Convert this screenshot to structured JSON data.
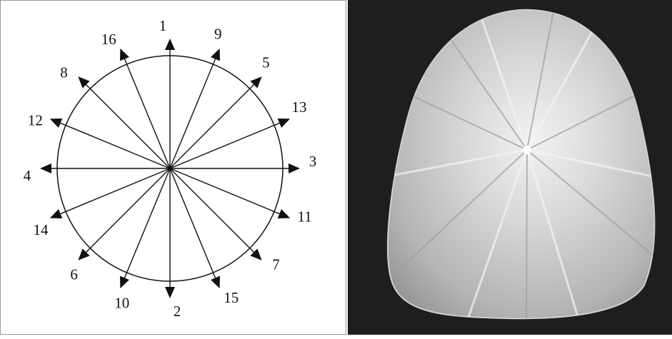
{
  "diagram": {
    "directions": [
      {
        "label": "1",
        "angle_deg": 90
      },
      {
        "label": "2",
        "angle_deg": 270
      },
      {
        "label": "3",
        "angle_deg": 0
      },
      {
        "label": "4",
        "angle_deg": 180
      },
      {
        "label": "5",
        "angle_deg": 45
      },
      {
        "label": "6",
        "angle_deg": 225
      },
      {
        "label": "7",
        "angle_deg": 315
      },
      {
        "label": "8",
        "angle_deg": 135
      },
      {
        "label": "9",
        "angle_deg": 67.5
      },
      {
        "label": "10",
        "angle_deg": 247.5
      },
      {
        "label": "11",
        "angle_deg": 337.5
      },
      {
        "label": "12",
        "angle_deg": 157.5
      },
      {
        "label": "13",
        "angle_deg": 22.5
      },
      {
        "label": "14",
        "angle_deg": 202.5
      },
      {
        "label": "15",
        "angle_deg": 292.5
      },
      {
        "label": "16",
        "angle_deg": 112.5
      }
    ]
  },
  "photo": {
    "subject": "clear plastic dome sample with radial crease lines",
    "colors": {
      "background": "#1e1e1e",
      "sample_light": "#e6e6e6",
      "sample_mid": "#bdbdbd"
    }
  }
}
